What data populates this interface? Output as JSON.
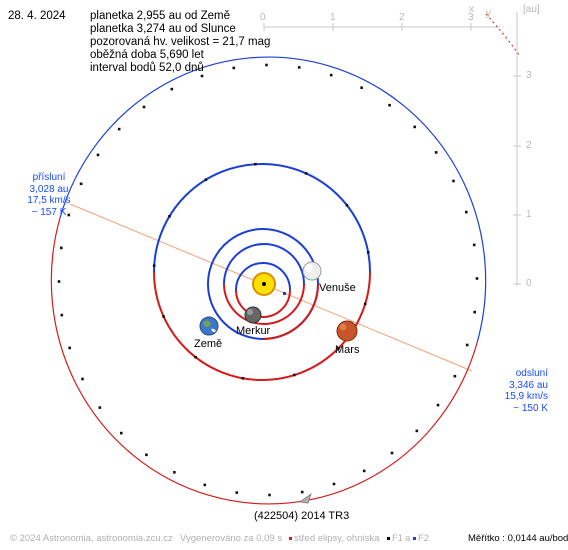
{
  "date": "28. 4. 2024",
  "info_lines": [
    "planetka 2,955 au od Země",
    "planetka 3,274 au od Slunce",
    "pozorovaná hv. velikost = 21,7 mag",
    "oběžná doba 5,690 let",
    "interval bodů 52,0 dnů"
  ],
  "perihelion": {
    "title": "přísluní",
    "distance": "3,028 au",
    "speed": "17,5 km/s",
    "temp": "~ 157 K"
  },
  "aphelion": {
    "title": "odsluní",
    "distance": "3,346 au",
    "speed": "15,9 km/s",
    "temp": "~ 150 K"
  },
  "planets": {
    "mercury": "Merkur",
    "venus": "Venuše",
    "earth": "Země",
    "mars": "Mars"
  },
  "object_name": "(422504) 2014 TR3",
  "axis": {
    "x_label": "x",
    "y_label": "y",
    "unit": "[au]",
    "x_ticks": [
      "0",
      "1",
      "2",
      "3"
    ],
    "y_ticks": [
      "3",
      "2",
      "1",
      "0"
    ]
  },
  "footer": {
    "copyright": "© 2024 Astronomia, astronomia.zcu.cz",
    "generated": "Vygenerováno za 0,09 s",
    "legend_center": "střed elipsy, ohniska",
    "legend_f1": "F1",
    "legend_a": "a",
    "legend_f2": "F2",
    "scale": "Měřítko : 0,0144 au/bod"
  },
  "colors": {
    "orbit_above": "#1a3fd8",
    "orbit_below": "#d61a1a",
    "apsides_line": "#f5a27a",
    "axis": "#c8c8c8",
    "label_blue": "#1a4cff"
  }
}
